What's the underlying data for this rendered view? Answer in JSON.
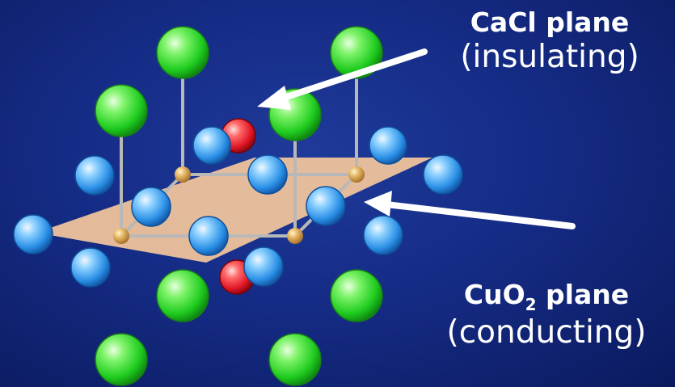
{
  "labels": {
    "cacl_title": "CaCl plane",
    "cacl_desc": "(insulating)",
    "cuo2_title_pre": "CuO",
    "cuo2_title_sub": "2",
    "cuo2_title_post": " plane",
    "cuo2_desc": "(conducting)"
  },
  "colors": {
    "background": "#152c86",
    "plane": "#f5c89c",
    "calcium_atom": "#33dd33",
    "oxygen_atom": "#3aa0ee",
    "chlorine_atom": "#ee2233",
    "copper_atom": "#d9a550",
    "bond": "#b8b8b8",
    "arrow": "#ffffff"
  },
  "icons": [
    "green-sphere",
    "blue-sphere",
    "red-sphere",
    "gold-sphere",
    "arrow"
  ]
}
